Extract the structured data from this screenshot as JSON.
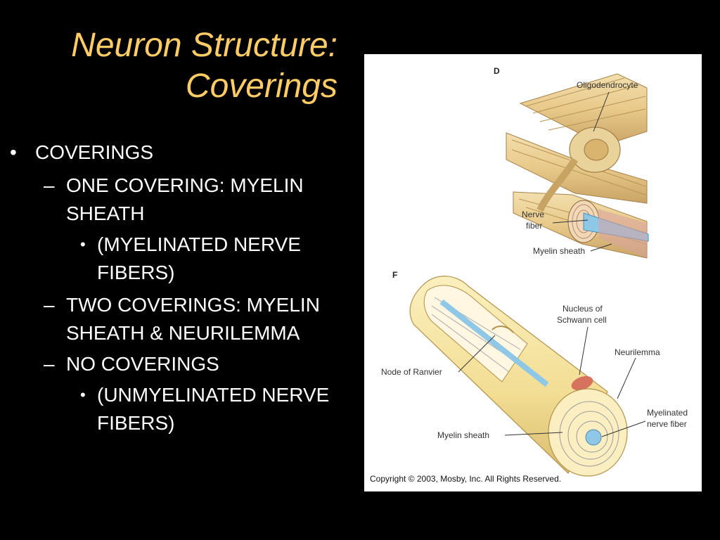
{
  "slide": {
    "title_line1": "Neuron Structure:",
    "title_line2": "Coverings",
    "bullet_marker": "•",
    "dash_marker": "–",
    "bullets": {
      "coverings": "COVERINGS",
      "one_covering": "ONE COVERING: MYELIN SHEATH",
      "myelinated": "(MYELINATED NERVE FIBERS)",
      "two_coverings": "TWO COVERINGS: MYELIN SHEATH & NEURILEMMA",
      "no_coverings": "NO COVERINGS",
      "unmyelinated": "(UNMYELINATED NERVE FIBERS)"
    }
  },
  "figure": {
    "panel_d": {
      "letter": "D",
      "oligodendrocyte": "Oligodendrocyte",
      "nerve": "Nerve",
      "fiber": "fiber",
      "myelin_sheath": "Myelin sheath"
    },
    "panel_f": {
      "letter": "F",
      "nucleus_of": "Nucleus of",
      "schwann_cell": "Schwann cell",
      "neurilemma": "Neurilemma",
      "node_of_ranvier": "Node of Ranvier",
      "myelinated": "Myelinated",
      "nerve_fiber": "nerve fiber",
      "myelin_sheath": "Myelin sheath"
    },
    "copyright": "Copyright © 2003, Mosby, Inc. All Rights Reserved."
  }
}
